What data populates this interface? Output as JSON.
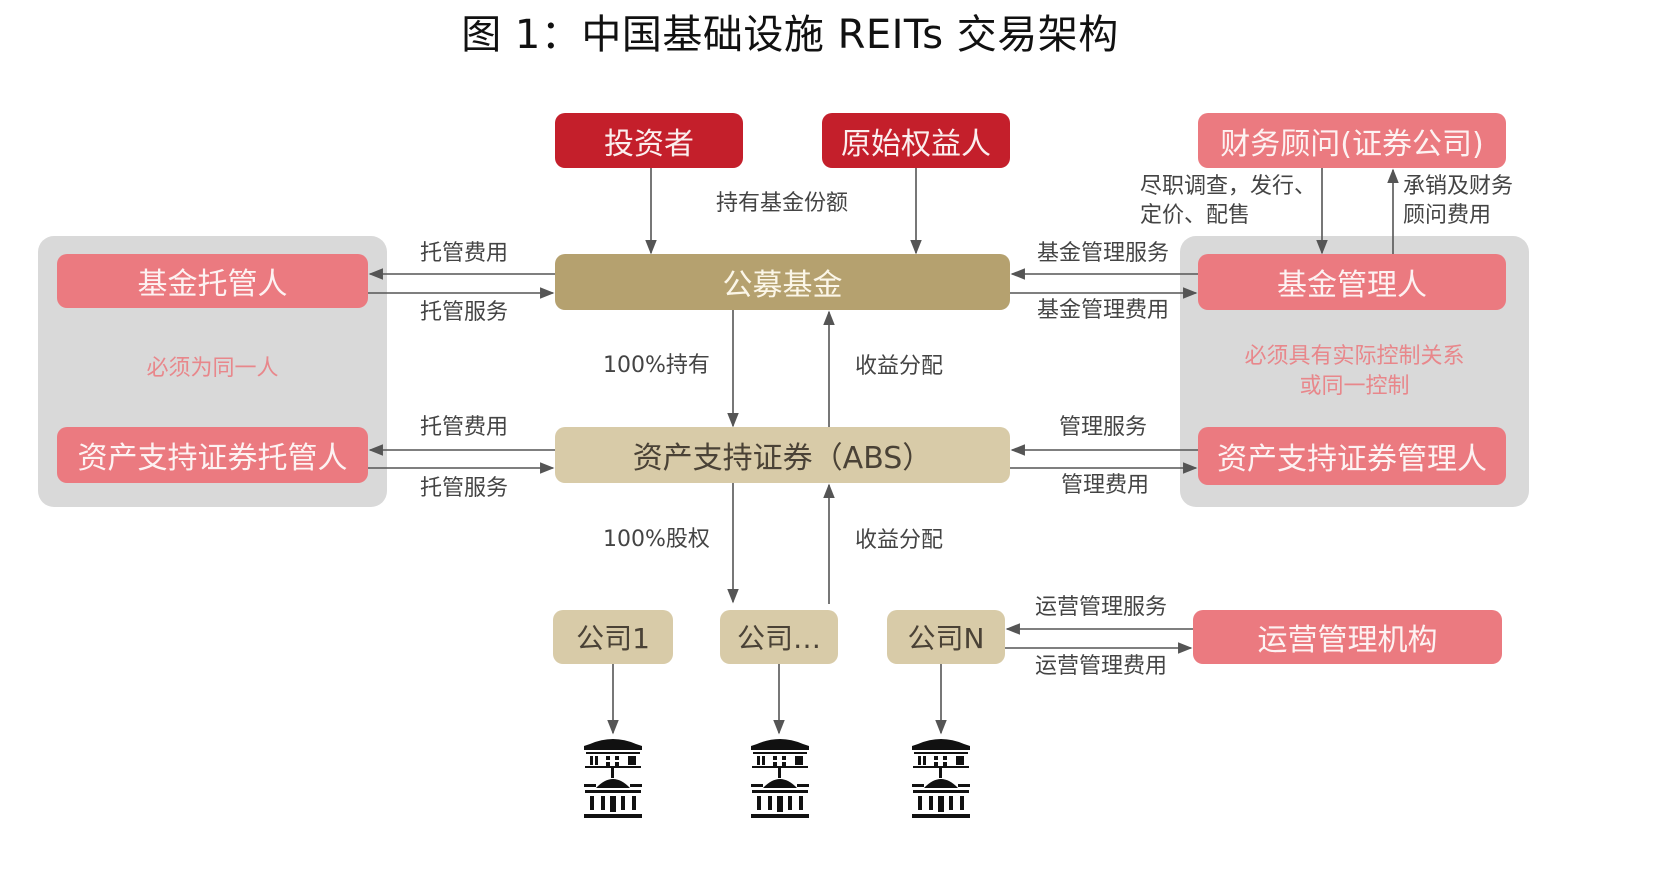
{
  "title": "图 1：中国基础设施 REITs 交易架构",
  "colors": {
    "dark_red": "#c41f2b",
    "pink": "#eb7a80",
    "gold": "#b5a16f",
    "beige": "#d8cba8",
    "gray_group": "#d9d9d9",
    "note_text": "#e8878b",
    "arrow": "#555555"
  },
  "nodes": {
    "investor": "投资者",
    "original_owner": "原始权益人",
    "financial_advisor": "财务顾问(证券公司)",
    "fund_custodian": "基金托管人",
    "abs_custodian": "资产支持证券托管人",
    "public_fund": "公募基金",
    "abs": "资产支持证券（ABS）",
    "fund_manager": "基金管理人",
    "abs_manager": "资产支持证券管理人",
    "company_1": "公司1",
    "company_etc": "公司…",
    "company_n": "公司N",
    "operator": "运营管理机构"
  },
  "notes": {
    "left_group": "必须为同一人",
    "right_group_line1": "必须具有实际控制关系",
    "right_group_line2": "或同一控制"
  },
  "edges": {
    "hold_fund_shares": "持有基金份额",
    "advisor_down_line1": "尽职调查，发行、",
    "advisor_down_line2": "定价、配售",
    "advisor_up_line1": "承销及财务",
    "advisor_up_line2": "顾问费用",
    "custody_fee_top": "托管费用",
    "custody_service_top": "托管服务",
    "fund_mgmt_service": "基金管理服务",
    "fund_mgmt_fee": "基金管理费用",
    "hold_100": "100%持有",
    "income_dist_top": "收益分配",
    "custody_fee_bottom": "托管费用",
    "custody_service_bottom": "托管服务",
    "mgmt_service": "管理服务",
    "mgmt_fee": "管理费用",
    "equity_100": "100%股权",
    "income_dist_bottom": "收益分配",
    "ops_service": "运营管理服务",
    "ops_fee": "运营管理费用"
  },
  "icons": {
    "asset": "building-icon"
  }
}
